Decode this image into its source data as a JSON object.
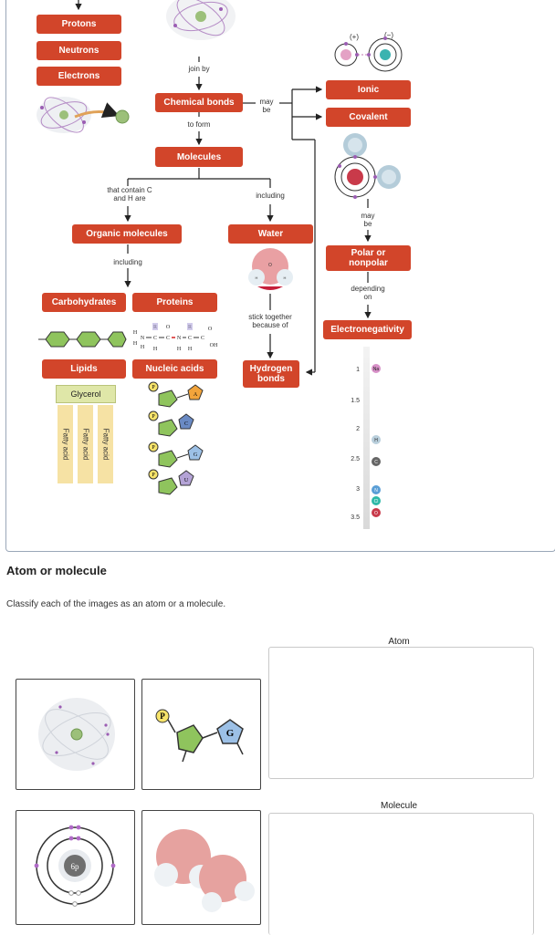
{
  "concept_map": {
    "particles": [
      "Protons",
      "Neutrons",
      "Electrons"
    ],
    "join_by": "join by",
    "chemical_bonds": "Chemical bonds",
    "may_be": "may\nbe",
    "ionic": "Ionic",
    "covalent": "Covalent",
    "to_form": "to form",
    "molecules": "Molecules",
    "contain_c_h": "that contain C\nand H are",
    "including_1": "including",
    "organic_molecules": "Organic molecules",
    "water": "Water",
    "including_2": "including",
    "carbohydrates": "Carbohydrates",
    "proteins": "Proteins",
    "lipids": "Lipids",
    "nucleic_acids": "Nucleic acids",
    "glycerol": "Glycerol",
    "fatty_acid": "Fatty acid",
    "stick_together": "stick together\nbecause of",
    "hydrogen_bonds": "Hydrogen\nbonds",
    "may_be_2": "may\nbe",
    "polar_nonpolar": "Polar or\nnonpolar",
    "depending_on": "depending\non",
    "electronegativity": "Electronegativity",
    "ion_plus": "(+)",
    "ion_minus": "(−)",
    "scale_ticks": [
      "1",
      "1.5",
      "2",
      "2.5",
      "3",
      "3.5"
    ],
    "elements": [
      "Na",
      "H",
      "C",
      "N",
      "Cl",
      "O"
    ],
    "bases": [
      "A",
      "C",
      "G",
      "U"
    ],
    "phosphate": "P",
    "water_atoms": [
      "O",
      "H",
      "H"
    ],
    "protein_letters": [
      "H",
      "H",
      "N",
      "C",
      "C",
      "N",
      "C",
      "C",
      "O",
      "OH",
      "R",
      "O",
      "R",
      "H",
      "H",
      "H",
      "H"
    ]
  },
  "question": {
    "title": "Atom or molecule",
    "instruction": "Classify each of the images as an atom or a molecule.",
    "card_labels": [
      "6p",
      "P",
      "G"
    ],
    "targets": [
      {
        "label": "Atom"
      },
      {
        "label": "Molecule"
      }
    ]
  },
  "colors": {
    "accent_red": "#d2452a",
    "fatty_acid": "#f6e2a4",
    "glycerol": "#dfe7a8"
  }
}
